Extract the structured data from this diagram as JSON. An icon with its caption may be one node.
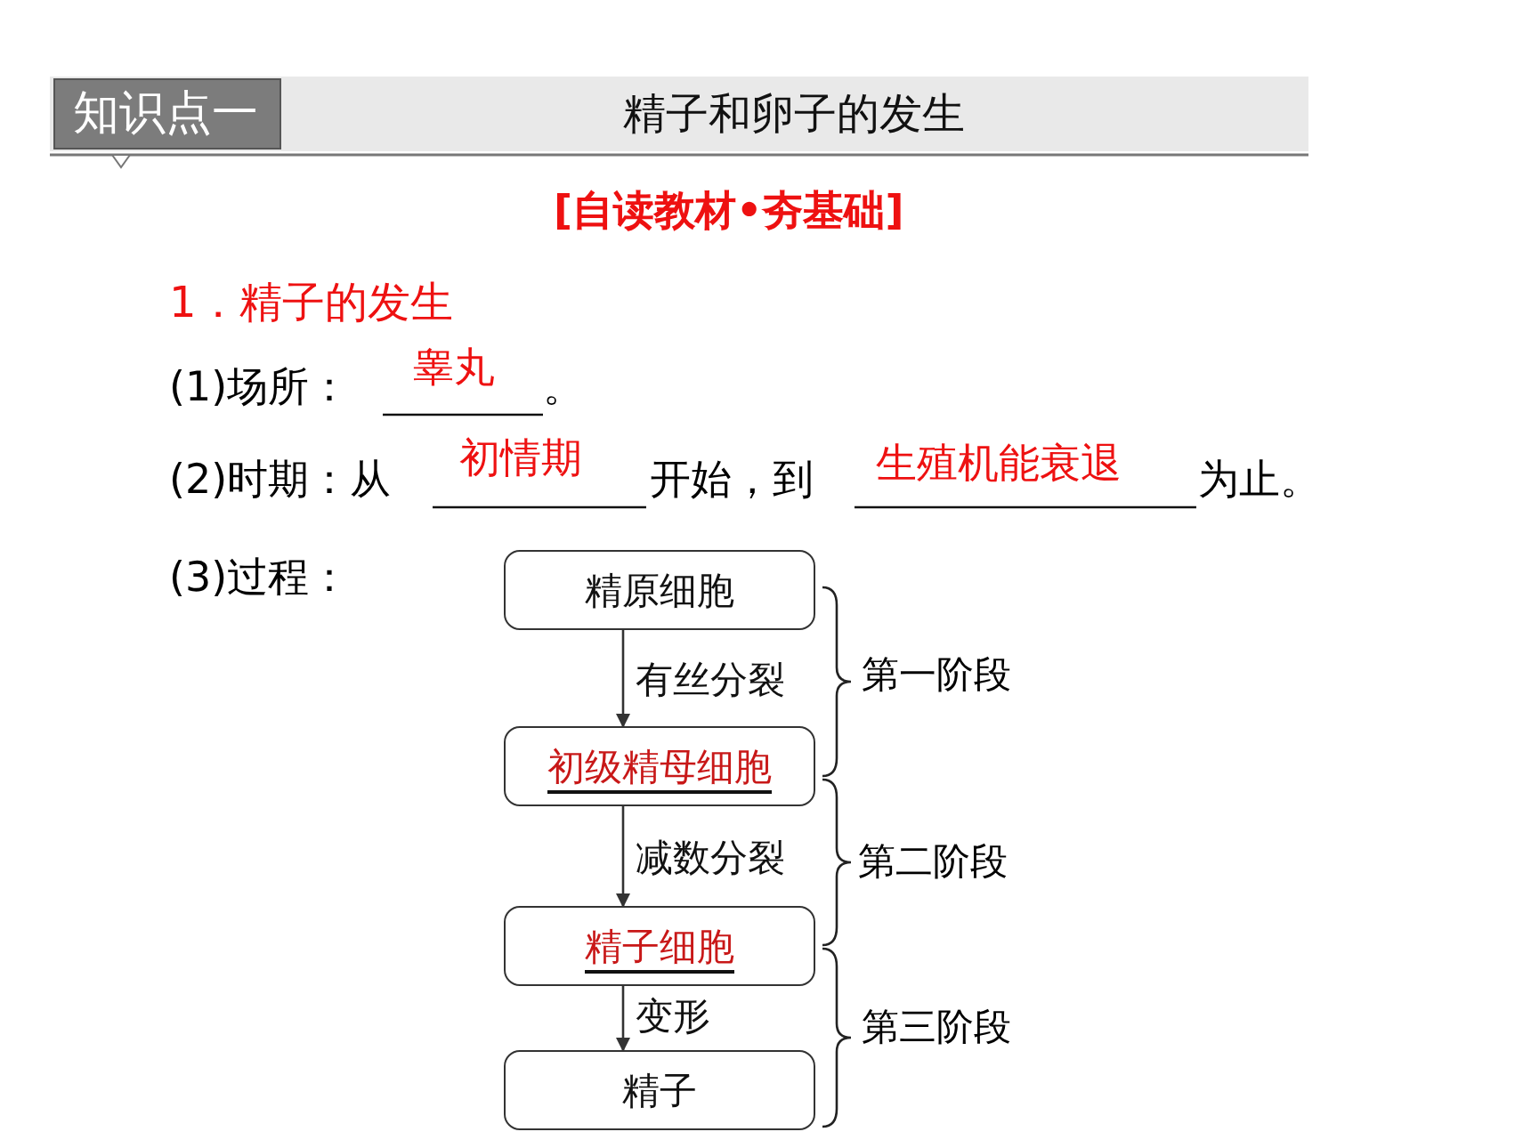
{
  "diagram": {
    "title": "精子和卵子的发生",
    "nodes": [
      {
        "text": [
          "精原细胞"
        ]
      },
      {
        "text": [
          "初级精母细胞"
        ]
      },
      {
        "text": [
          "精子细胞"
        ]
      },
      {
        "text": [
          "精子"
        ]
      }
    ],
    "edges": [
      {
        "from": 0,
        "to": 1,
        "arrow": "to",
        "label": "有丝分裂"
      },
      {
        "from": 1,
        "to": 2,
        "arrow": "to",
        "label": "减数分裂"
      },
      {
        "from": 2,
        "to": 3,
        "arrow": "to",
        "label": "变形"
      }
    ],
    "labels": [
      "知识点一",
      "[自读教材•夯基础]",
      "1．精子的发生",
      "(1)场所：",
      "睾丸",
      "。",
      "(2)时期：从",
      "初情期",
      "开始，到",
      "生殖机能衰退",
      "为止。",
      "(3)过程：",
      "第一阶段",
      "第二阶段",
      "第三阶段"
    ]
  }
}
